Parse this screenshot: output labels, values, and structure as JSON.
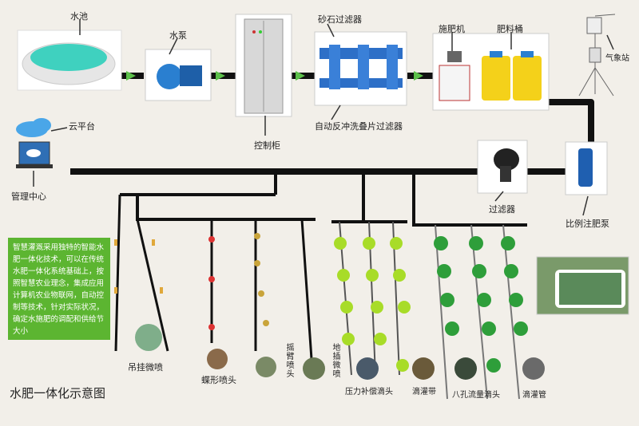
{
  "title": "水肥一体化示意图",
  "labels": {
    "pool": "水池",
    "pump": "水泵",
    "control_cabinet": "控制柜",
    "sand_filter": "砂石过滤器",
    "fertilizer_machine": "施肥机",
    "fertilizer_bucket": "肥料桶",
    "weather_station": "气象站",
    "backwash_filter": "自动反冲洗叠片过滤器",
    "cloud_platform": "云平台",
    "management_center": "管理中心",
    "filter": "过滤器",
    "proportional_pump": "比例注肥泵",
    "hanging_sprayer": "吊挂微喷",
    "butterfly_nozzle": "蝶形喷头",
    "rocker_nozzle": "摇臂喷头",
    "ground_micro_spray": "地插微喷",
    "pressure_dripper": "压力补偿滴头",
    "drip_tape": "滴灌带",
    "eight_hole_dripper": "八孔流量滴头",
    "drip_pipe": "滴灌管"
  },
  "note": "智慧灌溉采用独特的智能水肥一体化技术，可以在传统水肥一体化系统基础上，按照智慧农业理念，集成应用计算机农业物联网，自动控制等技术，针对实际状况，确定水施肥的调配和供给节大小",
  "colors": {
    "pipe": "#111111",
    "arrow": "#5cc04a",
    "note_bg": "#5cb531",
    "water": "#3fd1bf",
    "tank": "#f4d11a",
    "filter_blue": "#2d6fc7"
  }
}
